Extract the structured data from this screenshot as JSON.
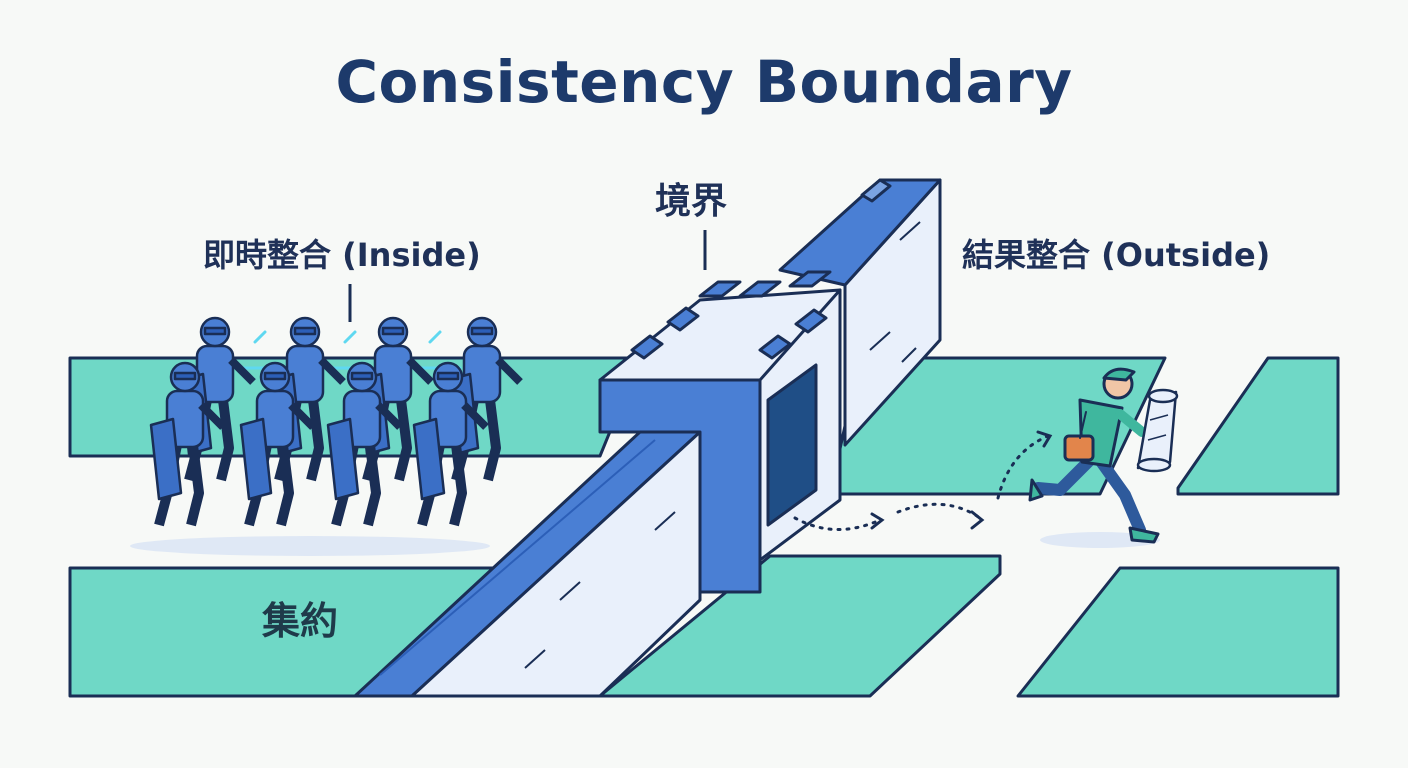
{
  "title": "Consistency Boundary",
  "labels": {
    "inside": "即時整合 (Inside)",
    "boundary": "境界",
    "outside": "結果整合 (Outside)",
    "aggregate": "集約"
  },
  "colors": {
    "title": "#1d3a6b",
    "teal": "#6fd8c6",
    "wall_blue": "#4a7fd4",
    "wall_light": "#e9f0fb",
    "outline": "#1a2e55",
    "glow": "#5fd8f0",
    "runner_shirt": "#3fb79e",
    "runner_bag": "#e2854b"
  },
  "icons": [
    "soldier-squad-icon",
    "castle-gate-icon",
    "runner-icon",
    "scroll-icon"
  ]
}
